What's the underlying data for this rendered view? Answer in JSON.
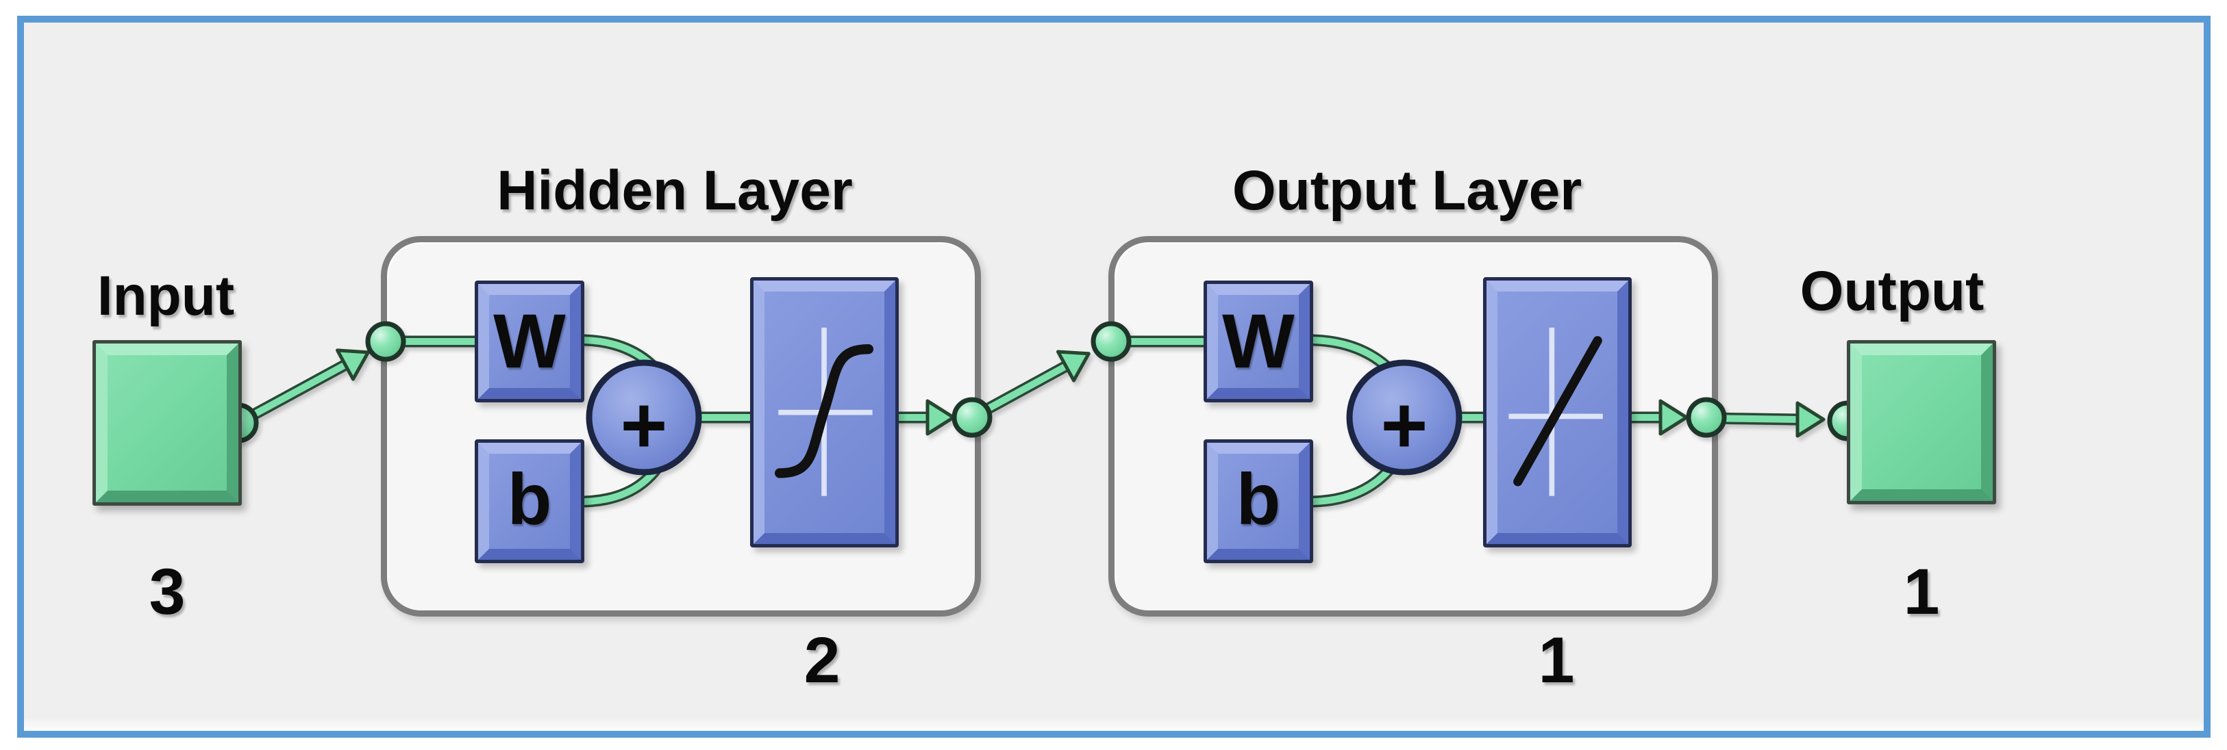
{
  "diagram_title": "neural-network-architecture",
  "palette": {
    "frame_blue": "#5b9bd5",
    "panel_gray": "#efefef",
    "block_green": "#73d7a1",
    "block_blue": "#7f93da",
    "wire_green": "#7de0ab",
    "wire_outline": "#2b4737",
    "box_border_gray": "#7d7d7d"
  },
  "input": {
    "label": "Input",
    "size": "3"
  },
  "layers": [
    {
      "title": "Hidden Layer",
      "weight": "W",
      "bias": "b",
      "sum": "+",
      "size": "2",
      "activation_icon": "tansig-icon"
    },
    {
      "title": "Output Layer",
      "weight": "W",
      "bias": "b",
      "sum": "+",
      "size": "1",
      "activation_icon": "purelin-icon"
    }
  ],
  "output": {
    "label": "Output",
    "size": "1"
  }
}
